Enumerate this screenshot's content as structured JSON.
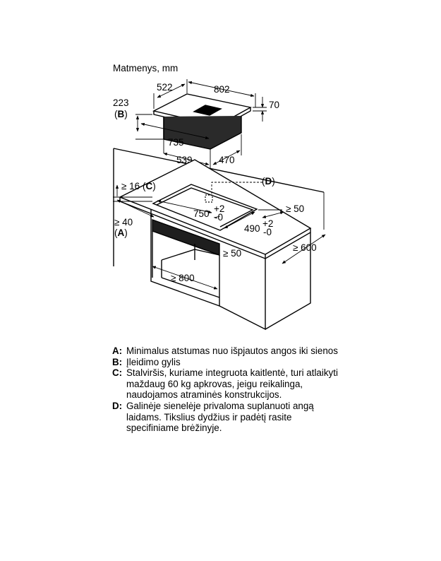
{
  "title": "Matmenys, mm",
  "dimensions": {
    "w_802": "802",
    "d_522": "522",
    "h_70": "70",
    "b_223": "223",
    "b_key": "B",
    "d_735": "735",
    "d_539": "539",
    "d_470": "470",
    "c_16": "≥ 16",
    "c_key": "C",
    "d_key": "D",
    "cut_750": "750",
    "cut_750_tol": [
      "+2",
      "-0"
    ],
    "cut_490": "490",
    "cut_490_tol": [
      "+2",
      "-0"
    ],
    "d_50_right": "≥ 50",
    "d_40": "≥ 40",
    "a_key": "A",
    "d_50_front": "≥ 50",
    "d_600": "≥ 600",
    "d_800": "≥ 800"
  },
  "legend": [
    {
      "key": "A:",
      "text": "Minimalus atstumas nuo išpjautos angos iki sienos"
    },
    {
      "key": "B:",
      "text": "Įleidimo gylis"
    },
    {
      "key": "C:",
      "text": "Stalviršis, kuriame integruota kaitlentė, turi atlaikyti maždaug 60 kg apkrovas, jeigu reikalinga, naudojamos atraminės konstrukcijos."
    },
    {
      "key": "D:",
      "text": "Galinėje sienelėje privaloma suplanuoti angą laidams. Tikslius dydžius ir padėtį rasite specifiniame brėžinyje."
    }
  ]
}
